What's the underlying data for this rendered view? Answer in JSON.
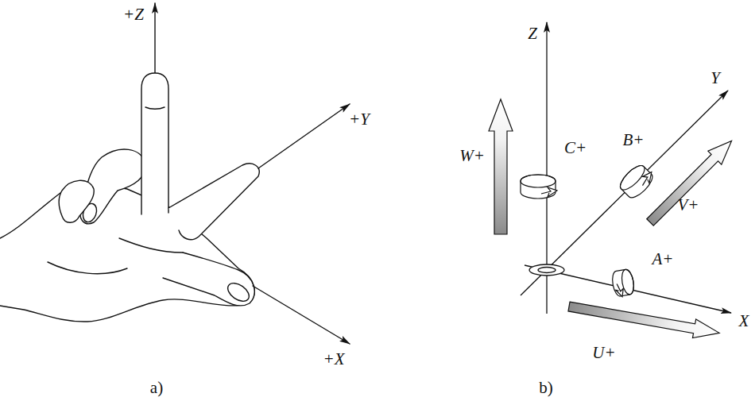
{
  "diagram": {
    "labels": [
      "+Z",
      "+Y",
      "+X",
      "a)",
      "Z",
      "Y",
      "X",
      "W+",
      "C+",
      "B+",
      "V+",
      "A+",
      "U+",
      "b)"
    ]
  }
}
